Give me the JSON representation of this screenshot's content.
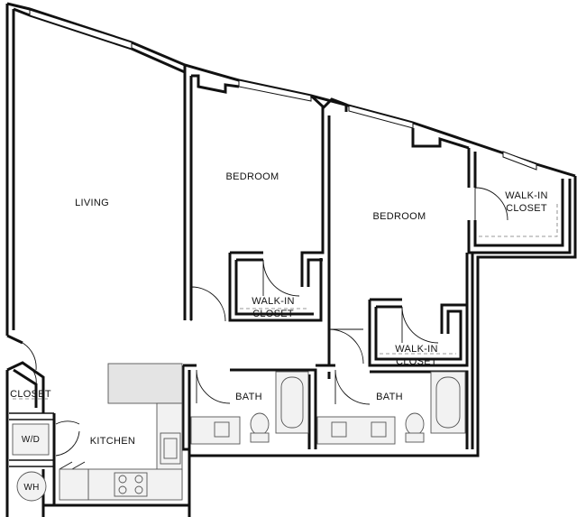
{
  "rooms": {
    "living": "LIVING",
    "bedroom_1": "BEDROOM",
    "bedroom_2": "BEDROOM",
    "walkin_1_line1": "WALK-IN",
    "walkin_1_line2": "CLOSET",
    "walkin_2_line1": "WALK-IN",
    "walkin_2_line2": "CLOSET",
    "walkin_3_line1": "WALK-IN",
    "walkin_3_line2": "CLOSET",
    "bath_1": "BATH",
    "bath_2": "BATH",
    "kitchen": "KITCHEN",
    "closet": "CLOSET",
    "washer_dryer": "W/D",
    "water_heater": "WH"
  }
}
